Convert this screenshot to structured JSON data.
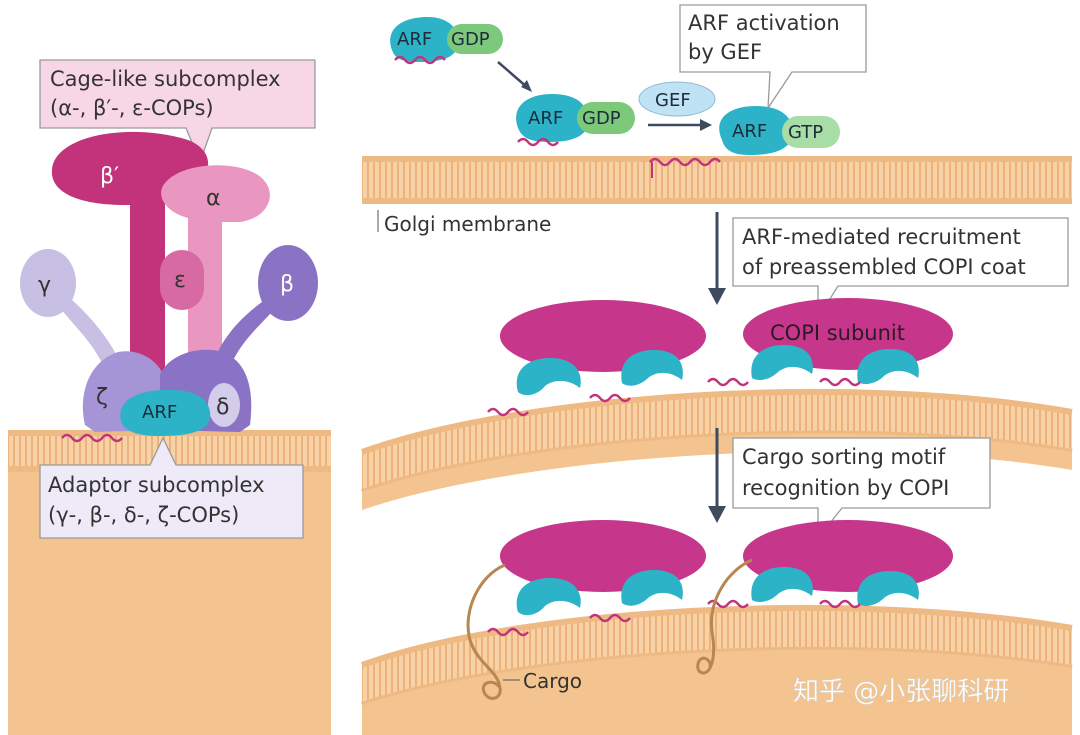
{
  "colors": {
    "membrane_fill": "#F7D2A6",
    "membrane_stripe": "#E9A96A",
    "lumen": "#F3C48F",
    "cage_beta_prime": "#C2337C",
    "cage_alpha": "#E996C1",
    "cage_epsilon": "#D86AA3",
    "adaptor_gamma": "#C7BFE4",
    "adaptor_beta": "#8A72C4",
    "adaptor_body": "#A594D6",
    "arf_teal": "#2CB3C8",
    "gdp_green": "#7DC97C",
    "gef_blue": "#BFE3F4",
    "copi_magenta": "#C6378B",
    "tether_pink": "#C2337C",
    "cargo_brown": "#B8874F",
    "arrow_dark": "#3E4B5E"
  },
  "left_panel": {
    "callout_cage_line1": "Cage-like subcomplex",
    "callout_cage_line2": "(α-, β′-, ε-COPs)",
    "callout_adaptor_line1": "Adaptor subcomplex",
    "callout_adaptor_line2": "(γ-, β-, δ-, ζ-COPs)",
    "sub_beta_prime": "β′",
    "sub_alpha": "α",
    "sub_epsilon": "ε",
    "sub_gamma": "γ",
    "sub_beta": "β",
    "sub_zeta": "ζ",
    "sub_delta": "δ",
    "arf": "ARF"
  },
  "right_panel": {
    "arf": "ARF",
    "gdp": "GDP",
    "gtp": "GTP",
    "gef": "GEF",
    "callout_activation_line1": "ARF activation",
    "callout_activation_line2": "by GEF",
    "golgi_membrane": "Golgi membrane",
    "callout_recruit_line1": "ARF-mediated recruitment",
    "callout_recruit_line2": "of preassembled COPI coat",
    "copi_subunit": "COPI subunit",
    "callout_cargo_line1": "Cargo sorting motif",
    "callout_cargo_line2": "recognition by COPI",
    "cargo": "Cargo"
  },
  "watermark": "知乎 @小张聊科研"
}
